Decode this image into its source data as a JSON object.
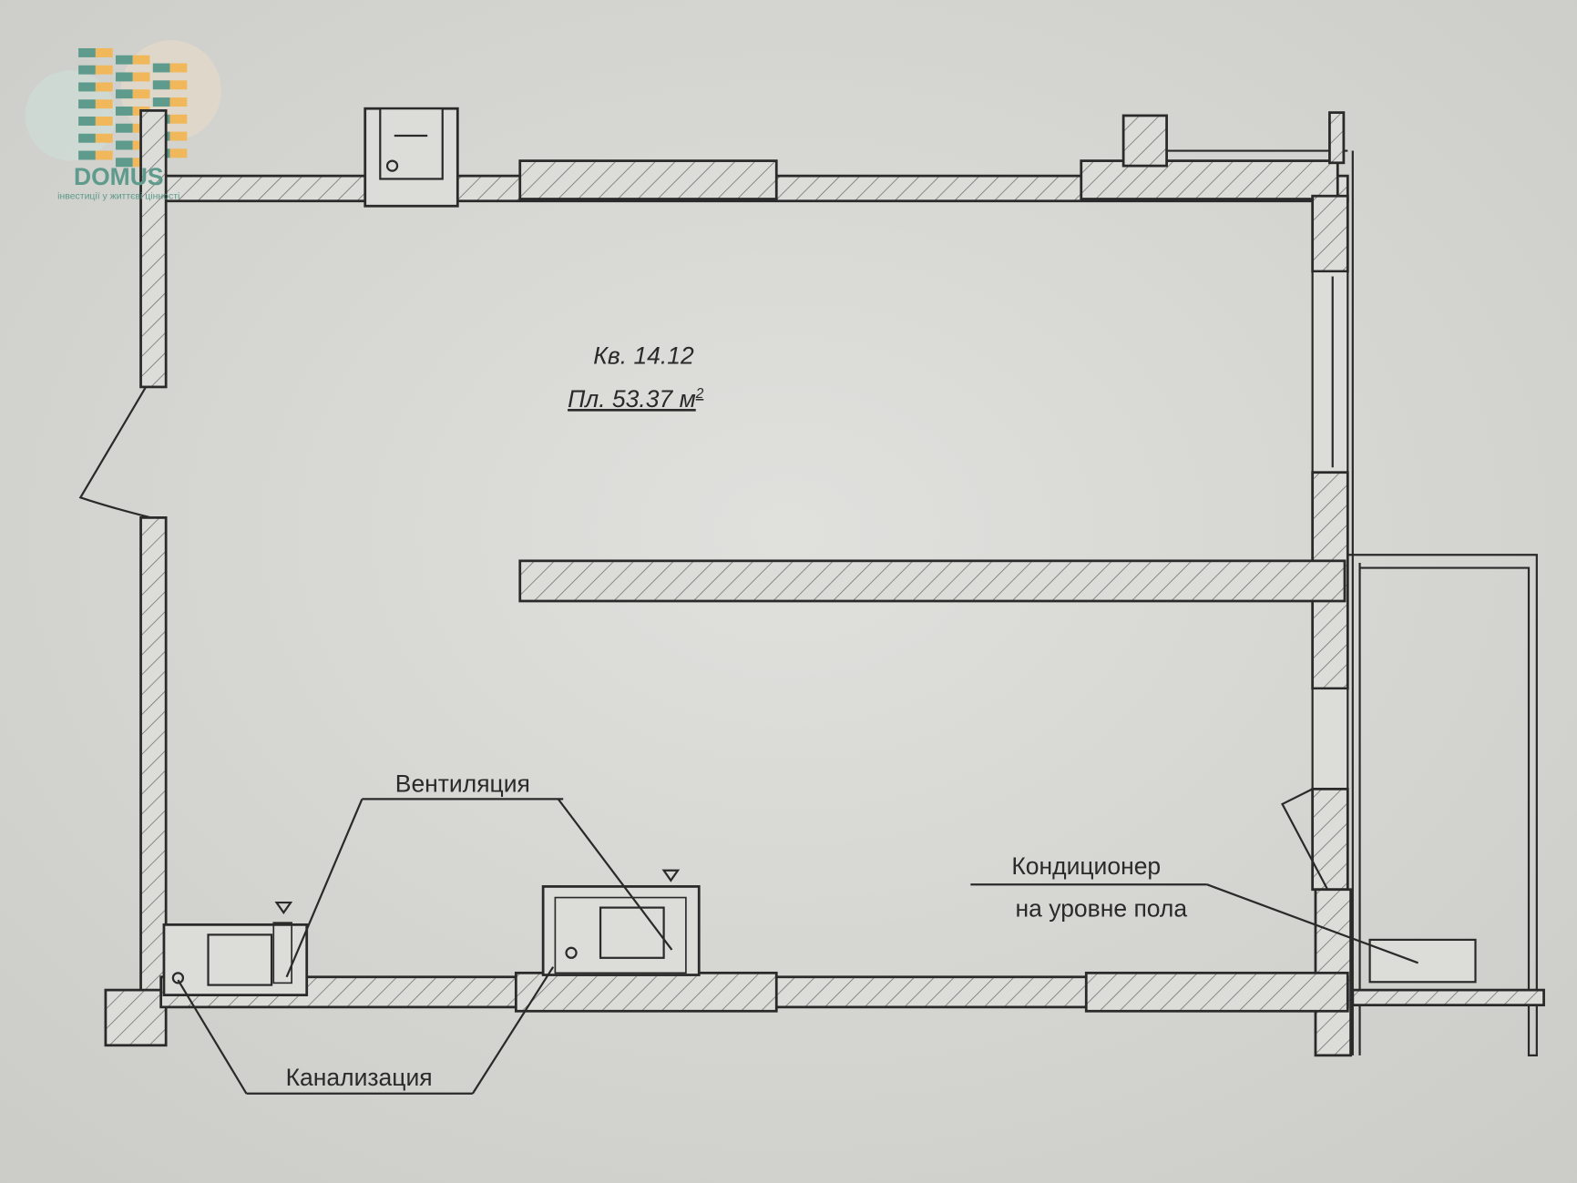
{
  "logo": {
    "brand": "DOMUS",
    "tagline": "інвестиції у життєві цінності",
    "colors": {
      "teal": "#5e9b8c",
      "orange": "#f0b85a"
    }
  },
  "apartment": {
    "number_label": "Кв. 14.12",
    "area_label": "Пл. 53.37 м",
    "area_superscript": "2"
  },
  "annotations": {
    "ventilation": "Вентиляция",
    "sewerage": "Канализация",
    "ac_line1": "Кондиционер",
    "ac_line2": "на уровне пола"
  }
}
